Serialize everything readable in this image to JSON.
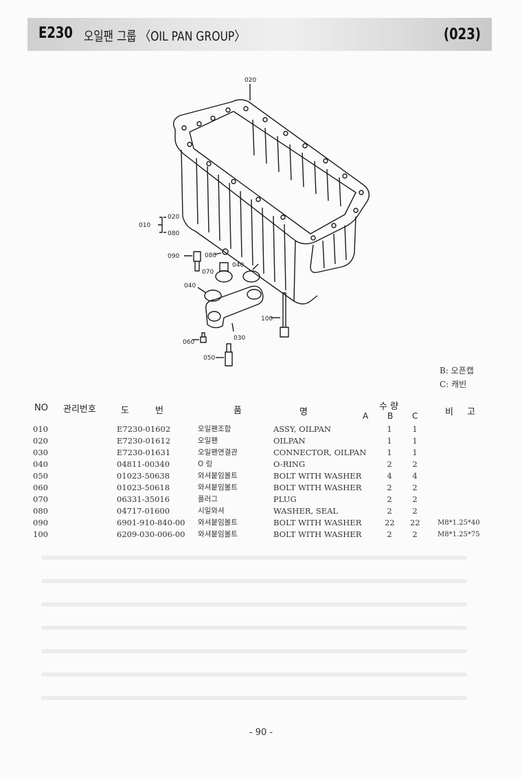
{
  "header": {
    "code": "E230",
    "title": "오일팬 그룹 〈OIL PAN GROUP〉",
    "page_code": "(023)"
  },
  "diagram": {
    "labels": {
      "l020_top": "020",
      "l010": "010",
      "l020_side": "020",
      "l080_side": "080",
      "l090": "090",
      "l080": "080",
      "l070": "070",
      "l040_right": "040",
      "l040_left": "040",
      "l100": "100",
      "l030": "030",
      "l060": "060",
      "l050": "050"
    }
  },
  "legend": {
    "b": "B: 오픈캡",
    "c": "C: 캐빈"
  },
  "table": {
    "headers": {
      "no": "NO",
      "mgmt": "관리번호",
      "do": "도",
      "beon": "번",
      "pum": "품",
      "myeong": "명",
      "qty": "수  량",
      "a": "A",
      "b": "B",
      "c": "C",
      "bi": "비",
      "go": "고"
    },
    "rows": [
      {
        "no": "010",
        "part": "E7230-01602",
        "kor": "오일팬조합",
        "eng": "ASSY, OILPAN",
        "b": "1",
        "c": "1",
        "remark": ""
      },
      {
        "no": "020",
        "part": "E7230-01612",
        "kor": "오일팬",
        "eng": "OILPAN",
        "b": "1",
        "c": "1",
        "remark": ""
      },
      {
        "no": "030",
        "part": "E7230-01631",
        "kor": "오일팬연결관",
        "eng": "CONNECTOR, OILPAN",
        "b": "1",
        "c": "1",
        "remark": ""
      },
      {
        "no": "040",
        "part": "04811-00340",
        "kor": "O 링",
        "eng": "O-RING",
        "b": "2",
        "c": "2",
        "remark": ""
      },
      {
        "no": "050",
        "part": "01023-50638",
        "kor": "와셔붙임볼트",
        "eng": "BOLT WITH WASHER",
        "b": "4",
        "c": "4",
        "remark": ""
      },
      {
        "no": "060",
        "part": "01023-50618",
        "kor": "와셔붙임볼트",
        "eng": "BOLT WITH WASHER",
        "b": "2",
        "c": "2",
        "remark": ""
      },
      {
        "no": "070",
        "part": "06331-35016",
        "kor": "플러그",
        "eng": "PLUG",
        "b": "2",
        "c": "2",
        "remark": ""
      },
      {
        "no": "080",
        "part": "04717-01600",
        "kor": "시일와셔",
        "eng": "WASHER, SEAL",
        "b": "2",
        "c": "2",
        "remark": ""
      },
      {
        "no": "090",
        "part": "6901-910-840-00",
        "kor": "와셔붙임볼트",
        "eng": "BOLT WITH WASHER",
        "b": "22",
        "c": "22",
        "remark": "M8*1.25*40"
      },
      {
        "no": "100",
        "part": "6209-030-006-00",
        "kor": "와셔붙임볼트",
        "eng": "BOLT WITH WASHER",
        "b": "2",
        "c": "2",
        "remark": "M8*1.25*75"
      }
    ]
  },
  "footer": {
    "page": "- 90 -"
  }
}
